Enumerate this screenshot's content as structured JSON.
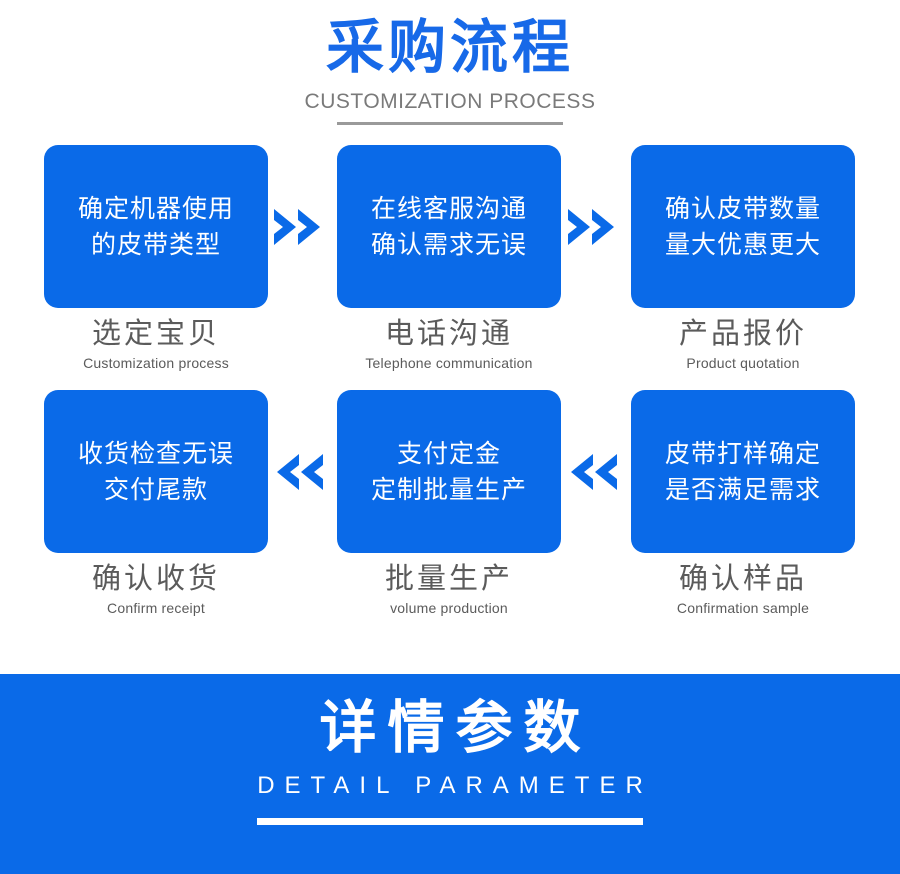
{
  "header": {
    "title_cn": "采购流程",
    "title_en": "CUSTOMIZATION PROCESS",
    "accent_color": "#1769e8",
    "sub_color": "#7a7a7a"
  },
  "flow": {
    "box_color": "#0a6ae8",
    "box_text_color": "#ffffff",
    "caption_color": "#5b5b5b",
    "arrow_color": "#0a6ae8",
    "rows": [
      {
        "direction": "right",
        "arrow_glyph": ">>",
        "steps": [
          {
            "box_line1": "确定机器使用",
            "box_line2": "的皮带类型",
            "caption_cn": "选定宝贝",
            "caption_en": "Customization process"
          },
          {
            "box_line1": "在线客服沟通",
            "box_line2": "确认需求无误",
            "caption_cn": "电话沟通",
            "caption_en": "Telephone communication"
          },
          {
            "box_line1": "确认皮带数量",
            "box_line2": "量大优惠更大",
            "caption_cn": "产品报价",
            "caption_en": "Product quotation"
          }
        ]
      },
      {
        "direction": "left",
        "arrow_glyph": "<<",
        "steps": [
          {
            "box_line1": "收货检查无误",
            "box_line2": "交付尾款",
            "caption_cn": "确认收货",
            "caption_en": "Confirm receipt"
          },
          {
            "box_line1": "支付定金",
            "box_line2": "定制批量生产",
            "caption_cn": "批量生产",
            "caption_en": "volume production"
          },
          {
            "box_line1": "皮带打样确定",
            "box_line2": "是否满足需求",
            "caption_cn": "确认样品",
            "caption_en": "Confirmation sample"
          }
        ]
      }
    ]
  },
  "banner": {
    "title_cn": "详情参数",
    "title_en": "DETAIL PARAMETER",
    "background_color": "#0a6ae8",
    "text_color": "#ffffff"
  }
}
